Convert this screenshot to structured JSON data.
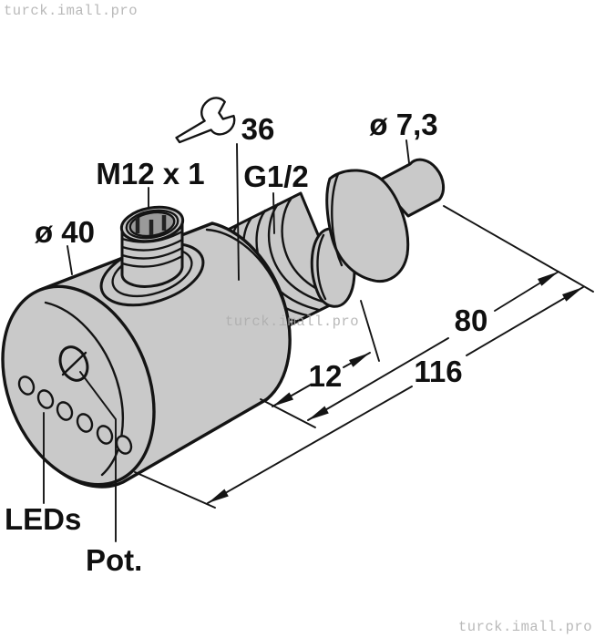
{
  "watermarks": {
    "top_left": "turck.imall.pro",
    "center": "turck.imall.pro",
    "bottom_right": "turck.imall.pro"
  },
  "labels": {
    "connector_thread": "M12 x 1",
    "process_thread": "G1/2",
    "wrench_size": "36",
    "probe_diameter": "ø 7,3",
    "housing_diameter": "ø 40",
    "leds": "LEDs",
    "potentiometer": "Pot."
  },
  "dimensions": {
    "thread_length": "12",
    "probe_length": "80",
    "total_length": "116"
  },
  "colors": {
    "line": "#141414",
    "housing_fill": "#c9c9c9",
    "socket_fill": "#9a9a9a",
    "wrench_fill": "#ffffff",
    "watermark": "#adadad",
    "background": "#ffffff"
  }
}
